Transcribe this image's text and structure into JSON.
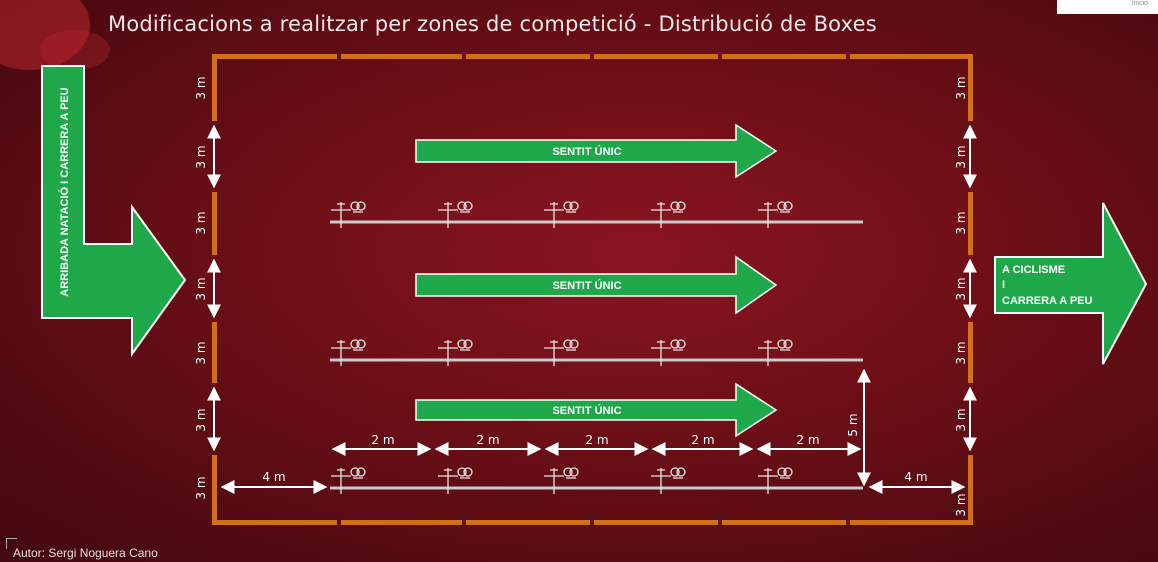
{
  "title": "Modificacions a realitzar per zones de competició - Distribució de Boxes",
  "corner_text": "Inicio",
  "author": "Autor: Sergi Noguera Cano",
  "entry_arrow": {
    "label": "ARRIBADA NATACIÓ I CARRERA A PEU"
  },
  "exit_arrow": {
    "line1": "A CICLISME",
    "line2": "I",
    "line3": "CARRERA A PEU"
  },
  "one_way_label": "SENTIT ÚNIC",
  "dimensions": {
    "three_m": "3 m",
    "two_m": "2 m",
    "four_m": "4 m",
    "five_m": "5 m"
  },
  "colors": {
    "background": "#6a0e16",
    "fence": "#d0701a",
    "arrow_fill": "#1fa84a",
    "arrow_stroke": "#ffffff",
    "rack": "#c9c9c9"
  }
}
